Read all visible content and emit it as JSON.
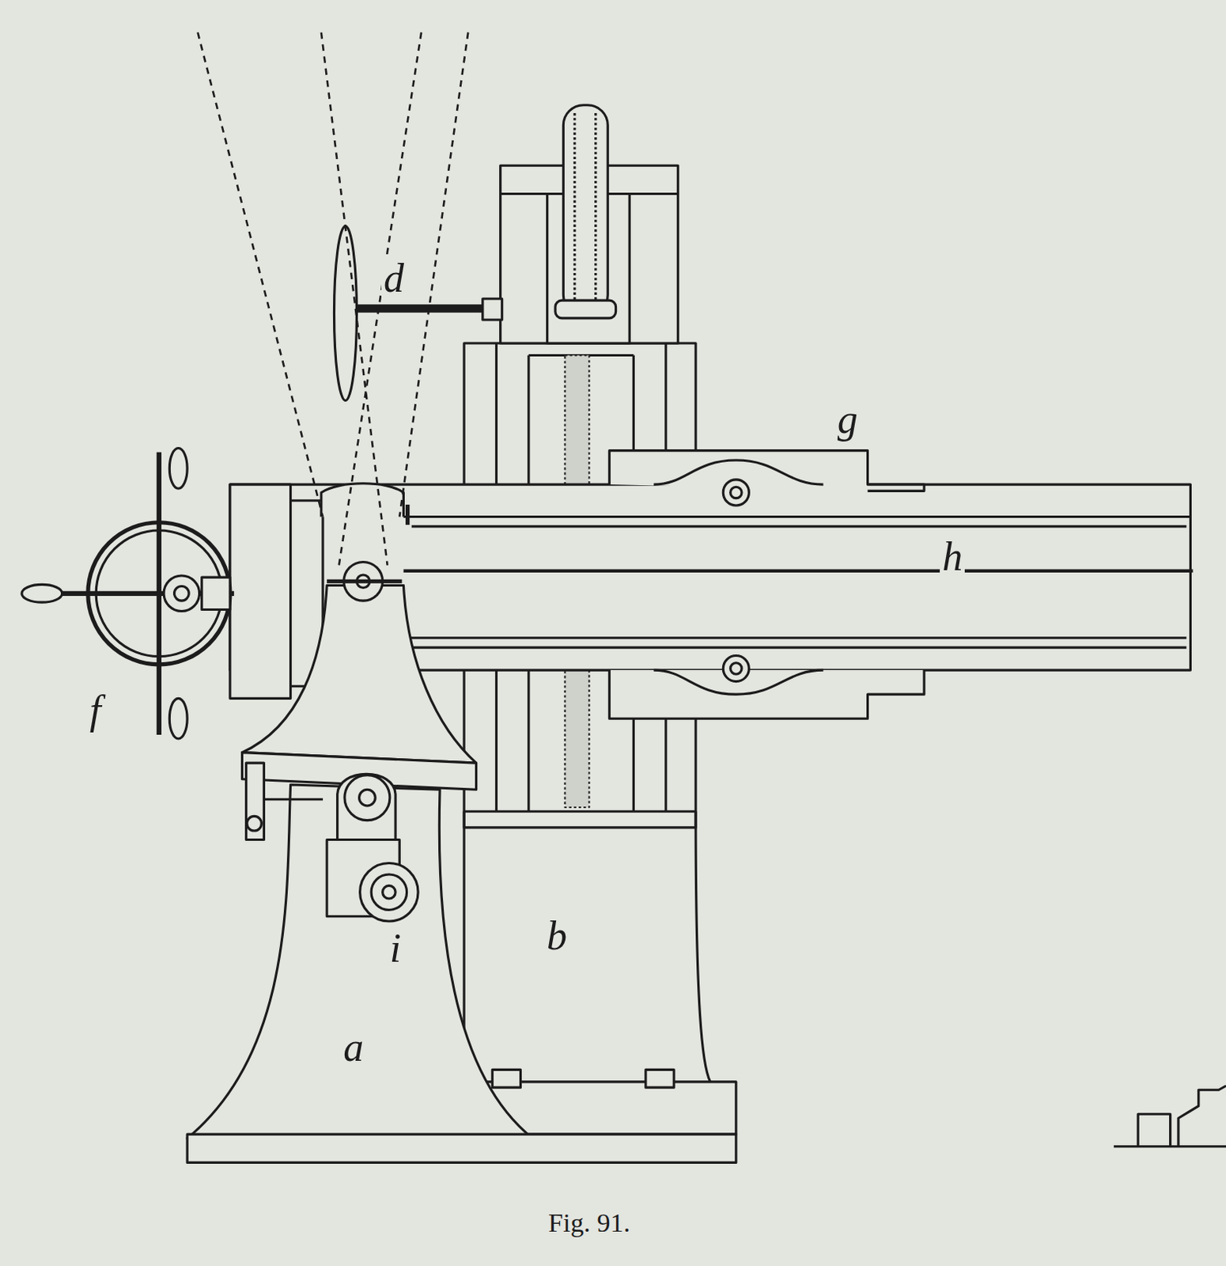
{
  "diagram": {
    "caption": "Fig. 91.",
    "labels": [
      "d",
      "g",
      "h",
      "f",
      "i",
      "b",
      "a"
    ]
  }
}
